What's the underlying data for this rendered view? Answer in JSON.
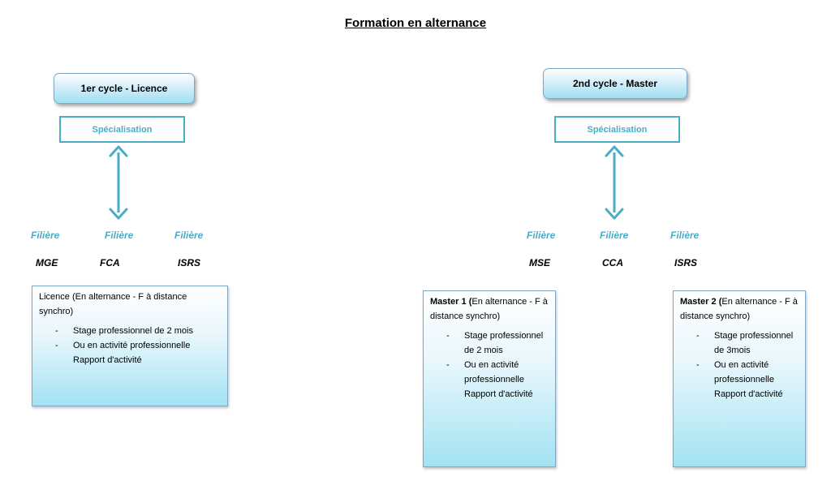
{
  "title": "Formation en alternance",
  "left": {
    "cycle": "1er cycle - Licence",
    "specialisation": "Spécialisation",
    "filieres": [
      {
        "label": "Filière",
        "code": "MGE"
      },
      {
        "label": "Filière",
        "code": "FCA"
      },
      {
        "label": "Filière",
        "code": "ISRS"
      }
    ],
    "box": {
      "head_bold": "",
      "head": "Licence (En alternance -  F à distance synchro)",
      "items": [
        "Stage professionnel de 2 mois",
        "Ou en activité professionnelle Rapport d'activité"
      ]
    }
  },
  "right": {
    "cycle": "2nd cycle - Master",
    "specialisation": "Spécialisation",
    "filieres": [
      {
        "label": "Filière",
        "code": "MSE"
      },
      {
        "label": "Filière",
        "code": "CCA"
      },
      {
        "label": "Filière",
        "code": "ISRS"
      }
    ],
    "boxes": [
      {
        "head_bold": "Master 1 (",
        "head": "En alternance - F à distance synchro)",
        "items": [
          "Stage professionnel de 2 mois",
          "Ou en activité professionnelle Rapport d'activité"
        ]
      },
      {
        "head_bold": "Master 2 (",
        "head": "En alternance - F à distance synchro)",
        "items": [
          "Stage professionnel de 3mois",
          "Ou en activité professionnelle Rapport d'activité"
        ]
      }
    ]
  },
  "colors": {
    "accent": "#4aacc6",
    "box_border": "#7fa7c8",
    "box_fill": "#a3e2f3"
  }
}
